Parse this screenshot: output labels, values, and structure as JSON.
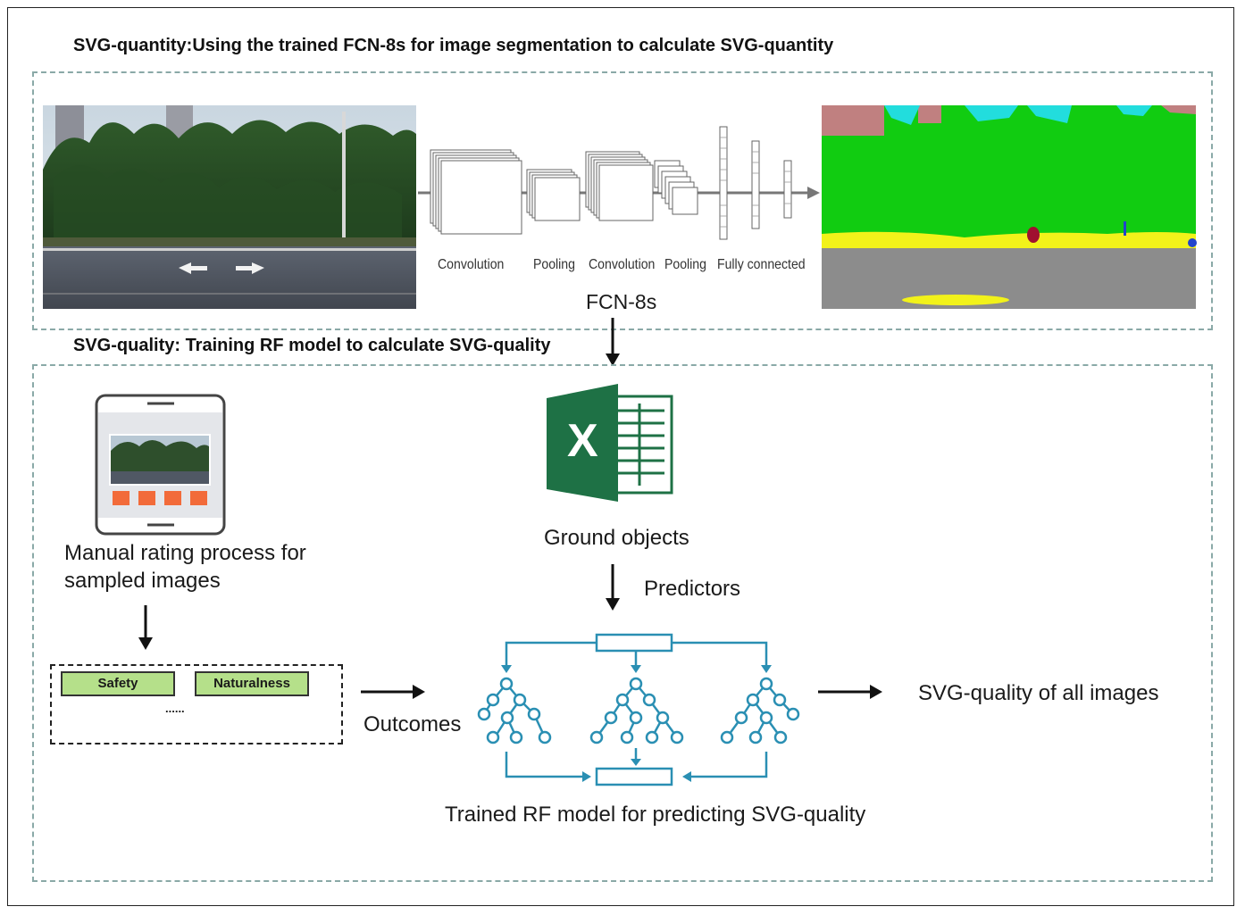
{
  "top": {
    "title": "SVG-quantity:Using the trained FCN-8s for image segmentation to calculate SVG-quantity",
    "cnn_labels": {
      "conv1": "Convolution",
      "pool1": "Pooling",
      "conv2": "Convolution",
      "pool2": "Pooling",
      "fc": "Fully connected"
    },
    "model_name": "FCN-8s"
  },
  "bottom": {
    "title": "SVG-quality: Training RF model to calculate SVG-quality",
    "rating_text": "Manual rating process for sampled images",
    "rating_line1": "Manual rating process for",
    "rating_line2": "sampled images",
    "box_safety": "Safety",
    "box_naturalness": "Naturalness",
    "ellipsis": "......",
    "outcomes": "Outcomes",
    "excel_letter": "X",
    "ground_objects": "Ground objects",
    "predictors": "Predictors",
    "rf_caption": "Trained RF model for predicting SVG-quality",
    "result": "SVG-quality of all images"
  },
  "colors": {
    "panel_border": "#8aa9a7",
    "tree_blue": "#2a8fb3",
    "excel_green": "#1e7145",
    "seg_vegetation": "#11cc11",
    "seg_road": "#8c8c8c",
    "seg_sky": "#22dddd",
    "seg_building": "#c08080",
    "seg_line": "#f2f21a",
    "rating_box_fill": "#b5e08a",
    "rating_buttons": "#f26b3a"
  }
}
